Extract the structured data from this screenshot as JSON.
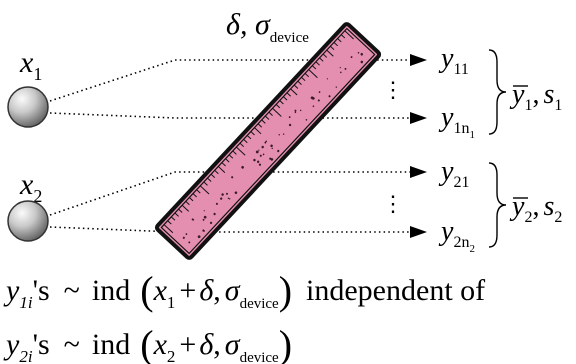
{
  "measurement": {
    "ruler_label_main": "δ, σ",
    "ruler_label_sub": "device"
  },
  "inputs": [
    {
      "var": "x",
      "sub": "1"
    },
    {
      "var": "x",
      "sub": "2"
    }
  ],
  "outputs": {
    "group1": {
      "first": {
        "var": "y",
        "sub": "11"
      },
      "last": {
        "var": "y",
        "sub": "1n",
        "subsub": "1"
      },
      "ellipsis": "⋮",
      "mean": {
        "var": "y",
        "sub": "1"
      },
      "sd": {
        "var": "s",
        "sub": "1"
      },
      "separator": ","
    },
    "group2": {
      "first": {
        "var": "y",
        "sub": "21"
      },
      "last": {
        "var": "y",
        "sub": "2n",
        "subsub": "2"
      },
      "ellipsis": "⋮",
      "mean": {
        "var": "y",
        "sub": "2"
      },
      "sd": {
        "var": "s",
        "sub": "2"
      },
      "separator": ","
    }
  },
  "statements": {
    "line1": {
      "subject_var": "y",
      "subject_sub": "1i",
      "possessive": "'s",
      "tilde": "~",
      "dist": "ind",
      "open": "(",
      "x_var": "x",
      "x_sub": "1",
      "plus": "+",
      "delta": "δ",
      "comma": ",",
      "sigma": "σ",
      "sigma_sub": "device",
      "close": ")",
      "suffix": "independent of"
    },
    "line2": {
      "subject_var": "y",
      "subject_sub": "2i",
      "possessive": "'s",
      "tilde": "~",
      "dist": "ind",
      "open": "(",
      "x_var": "x",
      "x_sub": "2",
      "plus": "+",
      "delta": "δ",
      "comma": ",",
      "sigma": "σ",
      "sigma_sub": "device",
      "close": ")"
    }
  },
  "colors": {
    "ruler_fill": "#e58fb0",
    "ruler_outline": "#111111",
    "sphere_light": "#f4f4f4",
    "sphere_dark": "#6e6e6e"
  }
}
